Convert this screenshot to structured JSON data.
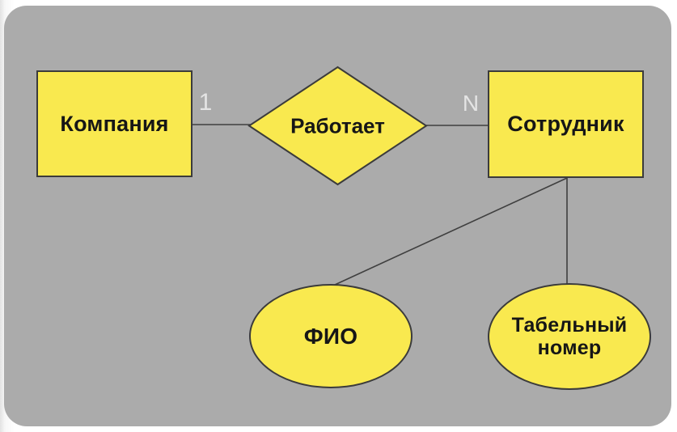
{
  "diagram": {
    "kind": "er-diagram",
    "entities": [
      {
        "id": "company",
        "label": "Компания",
        "shape": "rectangle"
      },
      {
        "id": "employee",
        "label": "Сотрудник",
        "shape": "rectangle"
      }
    ],
    "relationship": {
      "id": "works",
      "label": "Работает",
      "shape": "diamond",
      "cardinality_left": "1",
      "cardinality_right": "N"
    },
    "attributes": [
      {
        "id": "fio",
        "label": "ФИО",
        "shape": "ellipse",
        "attached_to": "employee"
      },
      {
        "id": "tab-number",
        "label": "Табельный номер",
        "shape": "ellipse",
        "attached_to": "employee"
      }
    ],
    "connectors": [
      {
        "from": "company",
        "to": "works"
      },
      {
        "from": "works",
        "to": "employee"
      },
      {
        "from": "employee",
        "to": "fio"
      },
      {
        "from": "employee",
        "to": "tab-number"
      }
    ],
    "colors": {
      "node_fill": "#F9E94F",
      "node_border": "#3B3B3B",
      "connector": "#3F3F3F",
      "panel_bg": "#ABABAB",
      "page_bg": "#FFFFFF",
      "text": "#161616",
      "cardinality_text": "#E4E4E4"
    }
  }
}
